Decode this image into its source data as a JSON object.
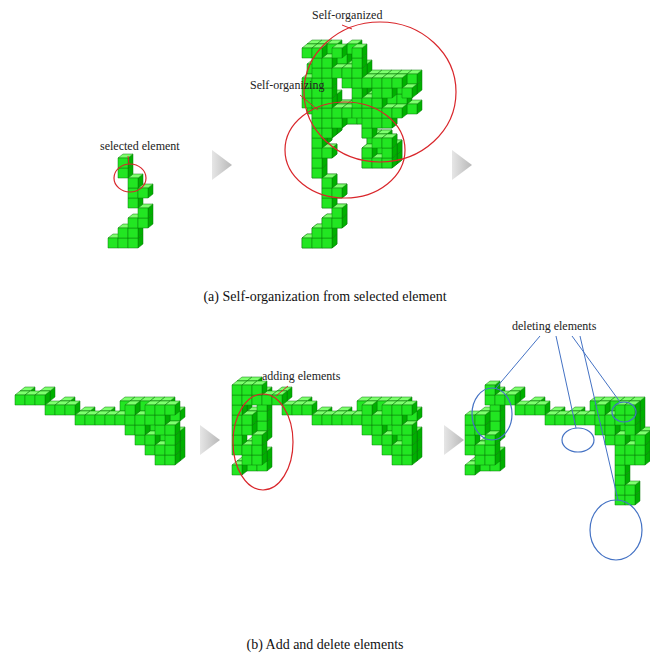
{
  "diagram": {
    "labels": [
      "Self-organized",
      "Self-organizing",
      "selected element",
      "(a) Self-organization from selected element",
      "adding elements",
      "deleting elements",
      "(b) Add and delete elements"
    ]
  }
}
